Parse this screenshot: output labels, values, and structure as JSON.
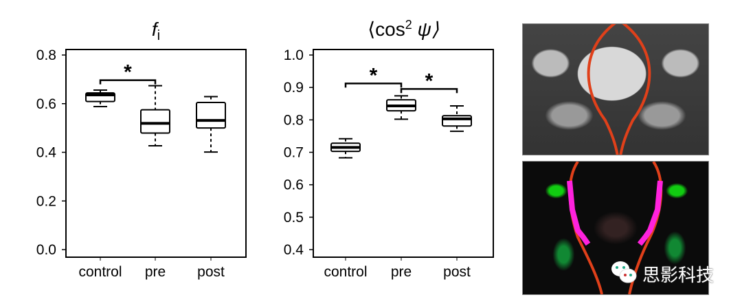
{
  "chart_data": [
    {
      "type": "box",
      "title": "f_i",
      "title_main": "f",
      "title_sub": "i",
      "categories": [
        "control",
        "pre",
        "post"
      ],
      "ylim": [
        0,
        0.8
      ],
      "yticks": [
        "0.0",
        "0.2",
        "0.4",
        "0.6",
        "0.8"
      ],
      "ytick_values": [
        0,
        0.2,
        0.4,
        0.6,
        0.8
      ],
      "boxes": [
        {
          "min": 0.588,
          "q1": 0.609,
          "median": 0.636,
          "q3": 0.644,
          "max": 0.656
        },
        {
          "min": 0.427,
          "q1": 0.479,
          "median": 0.519,
          "q3": 0.575,
          "max": 0.674
        },
        {
          "min": 0.401,
          "q1": 0.5,
          "median": 0.531,
          "q3": 0.605,
          "max": 0.629
        }
      ],
      "significance": [
        {
          "from": 0,
          "to": 1,
          "label": "*"
        }
      ]
    },
    {
      "type": "box",
      "title": "⟨cos² ψ⟩",
      "title_main": "⟨cos",
      "title_sup": "2",
      "title_tail": " ψ⟩",
      "categories": [
        "control",
        "pre",
        "post"
      ],
      "ylim": [
        0.4,
        1.0
      ],
      "yticks": [
        "0.4",
        "0.5",
        "0.6",
        "0.7",
        "0.8",
        "0.9",
        "1.0"
      ],
      "ytick_values": [
        0.4,
        0.5,
        0.6,
        0.7,
        0.8,
        0.9,
        1.0
      ],
      "boxes": [
        {
          "min": 0.683,
          "q1": 0.703,
          "median": 0.715,
          "q3": 0.728,
          "max": 0.742
        },
        {
          "min": 0.802,
          "q1": 0.828,
          "median": 0.843,
          "q3": 0.862,
          "max": 0.874
        },
        {
          "min": 0.765,
          "q1": 0.781,
          "median": 0.803,
          "q3": 0.813,
          "max": 0.843
        }
      ],
      "significance": [
        {
          "from": 0,
          "to": 1,
          "label": "*"
        },
        {
          "from": 1,
          "to": 2,
          "label": "*"
        }
      ]
    }
  ],
  "watermark": "思影科技",
  "colors": {
    "tract": "#e0401a",
    "roi": "#ff22dd"
  }
}
